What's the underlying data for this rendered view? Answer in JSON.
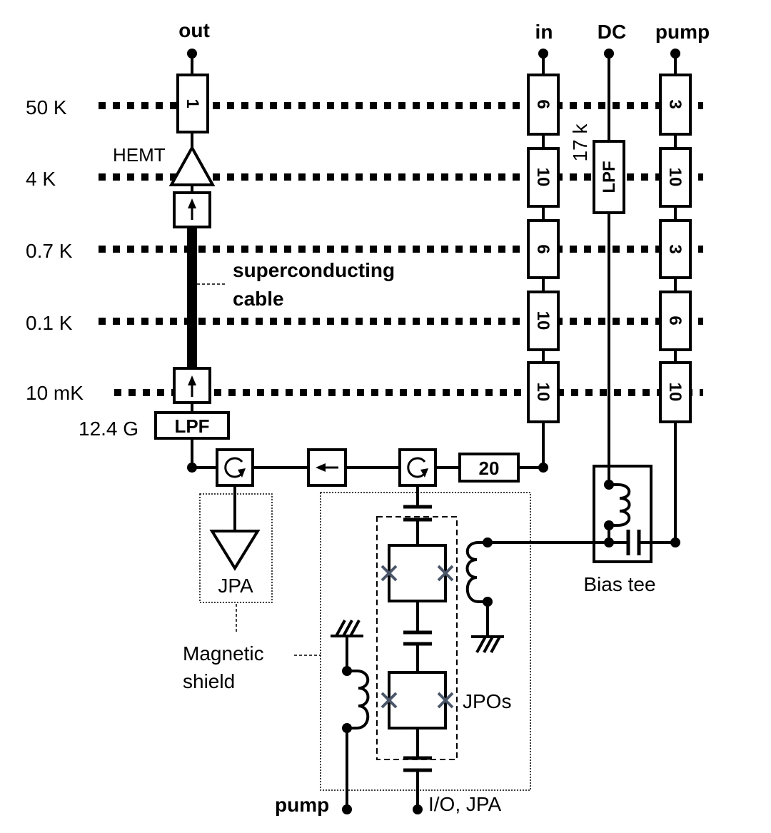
{
  "ports": {
    "out": "out",
    "in": "in",
    "dc": "DC",
    "pump_top": "pump",
    "pump_bottom": "pump",
    "io": "I/O, JPA"
  },
  "stages": [
    "50 K",
    "4 K",
    "0.7 K",
    "0.1 K",
    "10 mK"
  ],
  "output_line": {
    "attenuator": "1",
    "hemt_label": "HEMT",
    "cable_label_1": "superconducting",
    "cable_label_2": "cable",
    "filter": "LPF",
    "filter_cutoff": "12.4 G"
  },
  "input_line": {
    "attenuators": [
      "6",
      "10",
      "6",
      "10",
      "10"
    ],
    "final_attenuator": "20"
  },
  "dc_line": {
    "filter": "LPF",
    "cutoff": "17 k"
  },
  "pump_line": {
    "attenuators": [
      "3",
      "10",
      "3",
      "6",
      "10"
    ]
  },
  "labels": {
    "jpa": "JPA",
    "magnetic_shield_1": "Magnetic",
    "magnetic_shield_2": "shield",
    "bias_tee": "Bias tee",
    "jpos": "JPOs"
  },
  "colors": {
    "line": "#000000",
    "junction": "#4a5568"
  }
}
